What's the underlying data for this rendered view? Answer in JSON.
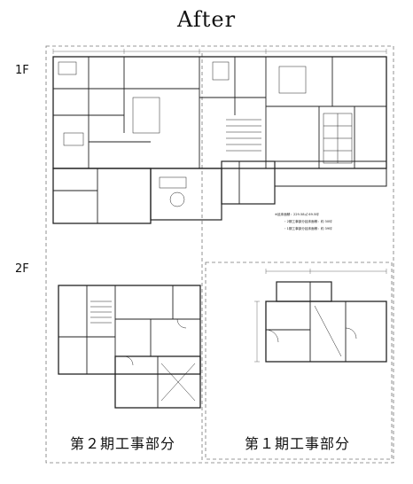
{
  "title": "After",
  "floors": {
    "first": "1F",
    "second": "2F"
  },
  "phases": {
    "phase2": "第２期工事部分",
    "phase1": "第１期工事部分"
  },
  "notes": {
    "area_summary": [
      "※延床面積：229.58㎡ 69.5坪",
      "・2期工事部分延床面積：約 30坪",
      "・1期工事部分延床面積：約 39坪"
    ]
  }
}
